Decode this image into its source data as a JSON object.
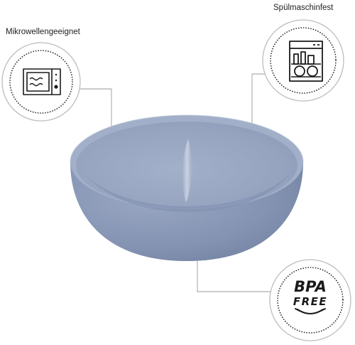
{
  "product": {
    "name": "bowl",
    "color": "#8796b5"
  },
  "features": {
    "microwave": {
      "label": "Mikrowellengeeignet",
      "icon": "microwave-icon"
    },
    "dishwasher": {
      "label": "Spülmaschinfest",
      "icon": "dishwasher-icon"
    },
    "bpa_free": {
      "line1": "BPA",
      "line2": "FREE",
      "icon": "smile-icon"
    }
  },
  "colors": {
    "circle_stroke": "#bdbdbd",
    "leader_line": "#9a9a9a",
    "icon_stroke": "#1a1a1a",
    "bowl_outer": "#8796b5",
    "bowl_inner": "#99a7c3"
  }
}
